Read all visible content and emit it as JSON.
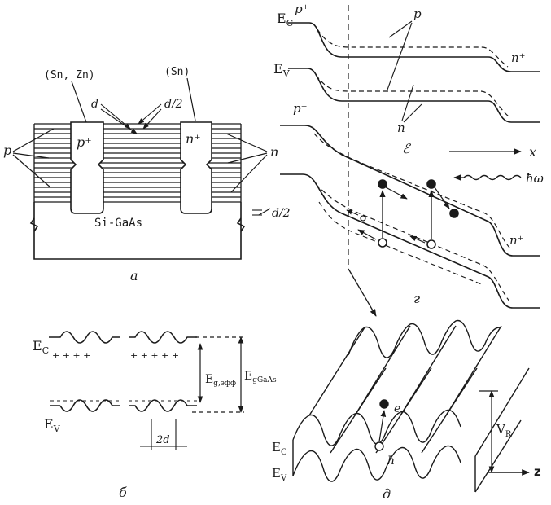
{
  "panel_a": {
    "caption": "a",
    "p_label": "p",
    "n_label": "n",
    "p_contact_top": "(Sn, Zn)",
    "n_contact_top": "(Sn)",
    "p_plus": "p⁺",
    "n_plus": "n⁺",
    "d": "d",
    "d_half_top": "d/2",
    "d_half_right": "d/2",
    "substrate": "Si-GaAs"
  },
  "panel_b": {
    "caption": "б",
    "ec": "E",
    "ec_sub": "C",
    "ev": "E",
    "ev_sub": "V",
    "charges_top": "+ + + +",
    "charges_top2": "+ + + + +",
    "eg_sup": "E",
    "eg_sup_sub": "g,эфф",
    "eg_gaas": "E",
    "eg_gaas_sub": "gGaAs",
    "period": "2d"
  },
  "panel_g": {
    "caption": "г",
    "ec": "E",
    "ec_sub": "C",
    "ev": "E",
    "ev_sub": "V",
    "p_plus_top": "p⁺",
    "p_plus_mid": "p⁺",
    "n_plus_top": "n⁺",
    "n_plus_bottom": "n⁺",
    "p": "p",
    "n": "n",
    "field": "ℰ",
    "x": "x",
    "photon": "ħω"
  },
  "panel_d": {
    "caption": "д",
    "ec": "E",
    "ec_sub": "C",
    "ev": "E",
    "ev_sub": "V",
    "e": "e",
    "h": "h",
    "vr": "V",
    "vr_sub": "R",
    "z": "z"
  }
}
